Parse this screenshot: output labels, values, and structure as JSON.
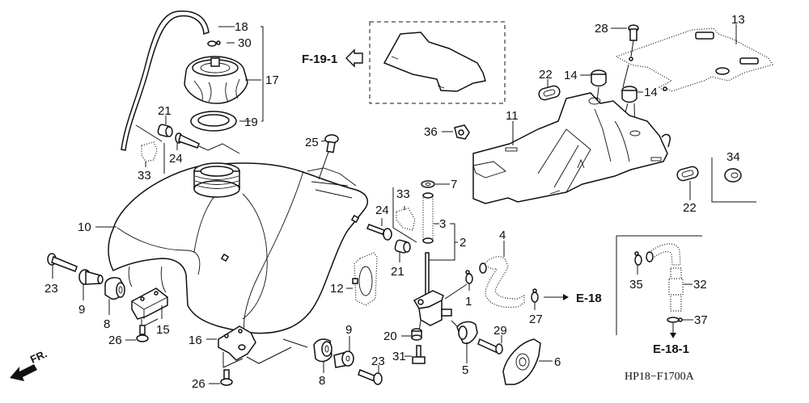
{
  "diagram": {
    "title": "Fuel Tank Exploded Parts Diagram",
    "code": "HP18−F1700A",
    "direction_label": "FR.",
    "references": {
      "f19_1": "F-19-1",
      "e18": "E-18",
      "e18_1": "E-18-1"
    },
    "callouts": {
      "c18": "18",
      "c30": "30",
      "c17": "17",
      "c19": "19",
      "c21a": "21",
      "c24a": "24",
      "c33a": "33",
      "c25": "25",
      "c10": "10",
      "c23a": "23",
      "c9a": "9",
      "c8a": "8",
      "c15": "15",
      "c26a": "26",
      "c16": "16",
      "c26b": "26",
      "c36": "36",
      "c7": "7",
      "c33b": "33",
      "c3": "3",
      "c2": "2",
      "c24b": "24",
      "c21b": "21",
      "c12": "12",
      "c4": "4",
      "c1": "1",
      "c27": "27",
      "c20": "20",
      "c31": "31",
      "c5": "5",
      "c29": "29",
      "c6": "6",
      "c9b": "9",
      "c8b": "8",
      "c23b": "23",
      "c28": "28",
      "c13": "13",
      "c22a": "22",
      "c14a": "14",
      "c14b": "14",
      "c11": "11",
      "c22b": "22",
      "c34": "34",
      "c35": "35",
      "c32": "32",
      "c37": "37"
    }
  }
}
